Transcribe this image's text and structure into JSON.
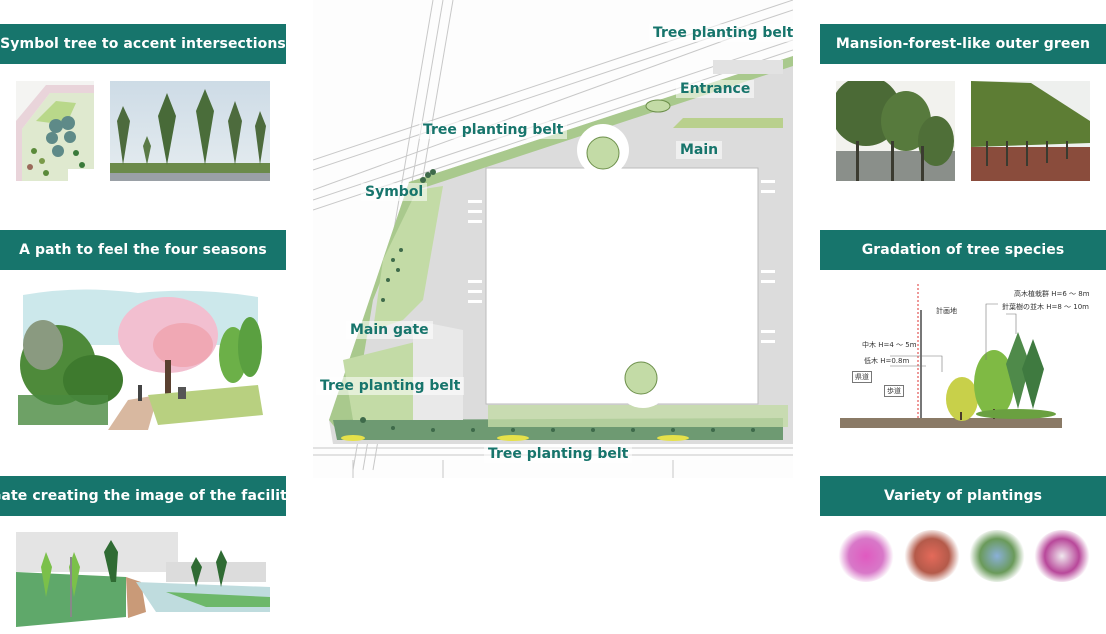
{
  "left_panels": [
    {
      "title": "Symbol tree to accent intersections",
      "images": [
        "symbol-tree-plan-detail",
        "symbol-tree-row-photo"
      ]
    },
    {
      "title": "A path to feel the four seasons",
      "images": [
        "four-seasons-path-sketch"
      ]
    },
    {
      "title": "Gate creating the image of the facility",
      "images": [
        "facility-gate-sketch"
      ]
    }
  ],
  "right_panels": [
    {
      "title": "Mansion-forest-like outer green",
      "images": [
        "outer-green-photo-1",
        "outer-green-photo-2"
      ]
    },
    {
      "title": "Gradation of tree species",
      "images": [
        "tree-gradation-section"
      ]
    },
    {
      "title": "Variety of plantings",
      "images": [
        "flower-pink",
        "flower-coral",
        "flower-blue",
        "flower-white-magenta"
      ]
    }
  ],
  "site_plan": {
    "labels": {
      "tree_belt_north": "Tree planting belt",
      "entrance": "Entrance",
      "tree_belt_middle": "Tree planting belt",
      "main": "Main",
      "symbol": "Symbol",
      "main_gate": "Main gate",
      "tree_belt_west": "Tree planting belt",
      "tree_belt_south": "Tree planting belt"
    }
  },
  "section_diagram": {
    "tall_trees": "高木植栽群 H=6 ～ 8m",
    "conifer_row": "針葉樹の並木 H=8 ～ 10m",
    "site": "計画地",
    "mid_trees": "中木 H=4 ～ 5m",
    "low_trees": "低木 H=0.8m",
    "prefectural_road": "県道",
    "sidewalk": "歩道"
  },
  "colors": {
    "header_bg": "#17756c",
    "header_text": "#ffffff",
    "label_text": "#17756c"
  }
}
